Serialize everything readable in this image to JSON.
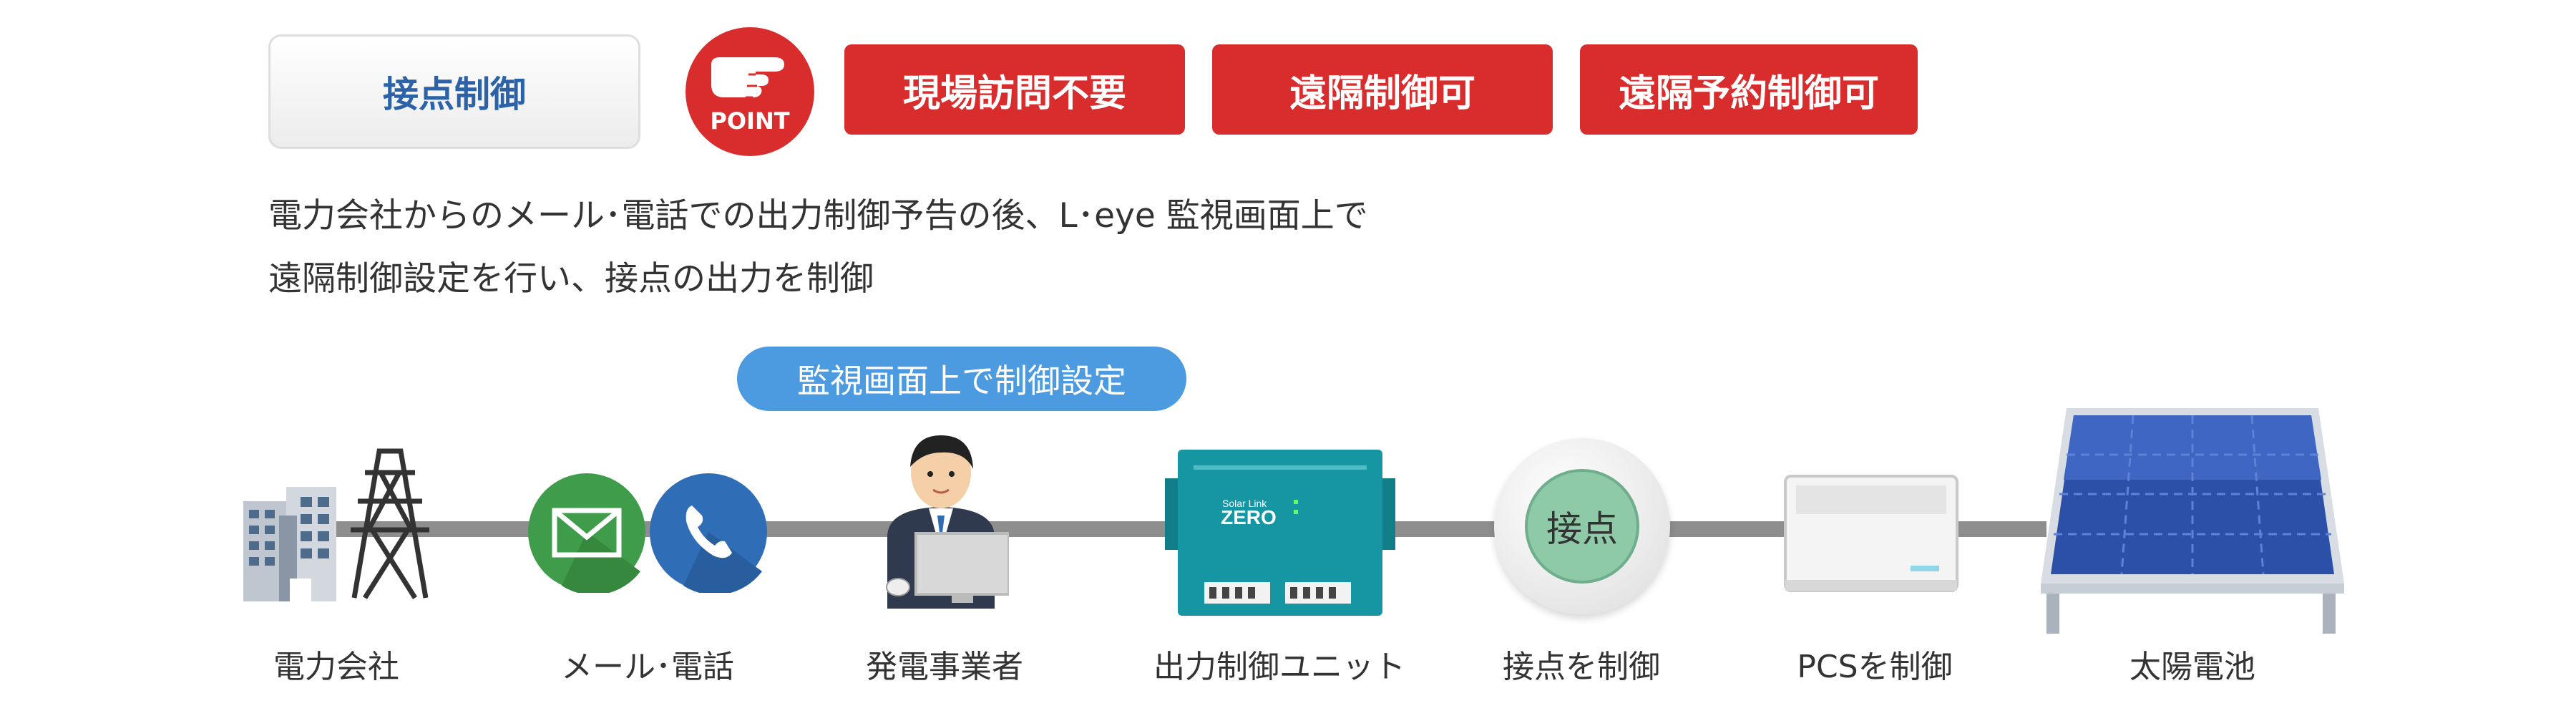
{
  "header": {
    "category": "接点制御",
    "point": "POINT",
    "tags": [
      "現場訪問不要",
      "遠隔制御可",
      "遠隔予約制御可"
    ]
  },
  "description": {
    "line1": "電力会社からのメール･電話での出力制御予告の後、L･eye 監視画面上で",
    "line2": "遠隔制御設定を行い、接点の出力を制御"
  },
  "flow": {
    "setting_label": "監視画面上で制御設定",
    "captions": [
      "電力会社",
      "メール･電話",
      "発電事業者",
      "出力制御ユニット",
      "接点を制御",
      "PCSを制御",
      "太陽電池"
    ],
    "contact_button_label": "接点",
    "unit_brand": "ZERO",
    "unit_brand_small": "Solar Link"
  },
  "colors": {
    "accent_red": "#d92d2d",
    "accent_blue": "#2c63a8",
    "pill_blue": "#4c9ae0",
    "mail_green": "#3f9c4a",
    "phone_blue": "#2f6db6",
    "unit_teal": "#1696a3",
    "button_green": "#8ec9a8",
    "panel_blue": "#2c4fa8"
  },
  "icons": [
    "building-icon",
    "power-tower-icon",
    "mail-icon",
    "phone-icon",
    "person-icon",
    "control-unit-icon",
    "contact-button-icon",
    "pcs-icon",
    "solar-panel-icon",
    "pointing-hand-icon"
  ]
}
